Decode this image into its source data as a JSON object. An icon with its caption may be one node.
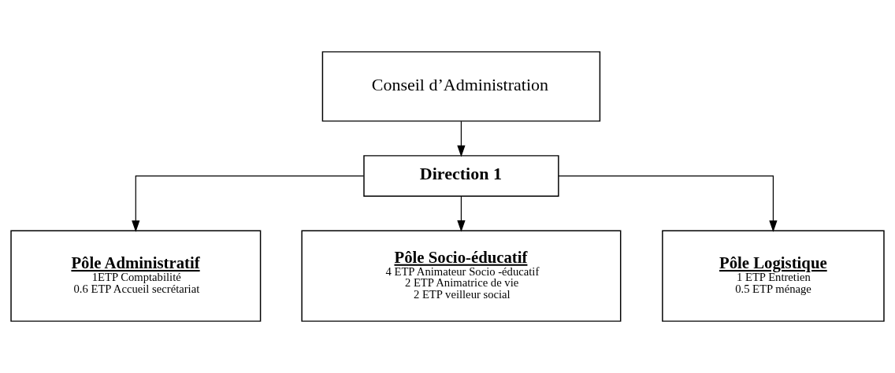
{
  "diagram": {
    "nodes": [
      {
        "text": [
          "Conseil d’Administration"
        ]
      },
      {
        "text": [
          "Direction 1"
        ]
      },
      {
        "text": [
          "Pôle Administratif",
          "1ETP Comptabilité",
          "0.6 ETP Accueil secrétariat"
        ]
      },
      {
        "text": [
          "Pôle Socio-éducatif",
          "4 ETP Animateur Socio -éducatif",
          "2 ETP Animatrice de vie",
          "2 ETP veilleur social"
        ]
      },
      {
        "text": [
          "Pôle Logistique",
          "1 ETP Entretien",
          "0.5 ETP ménage"
        ]
      }
    ],
    "edges": [
      {
        "from": 0,
        "to": 1,
        "arrow": "to"
      },
      {
        "from": 1,
        "to": 2,
        "arrow": "to"
      },
      {
        "from": 1,
        "to": 3,
        "arrow": "to"
      },
      {
        "from": 1,
        "to": 4,
        "arrow": "to"
      }
    ]
  }
}
